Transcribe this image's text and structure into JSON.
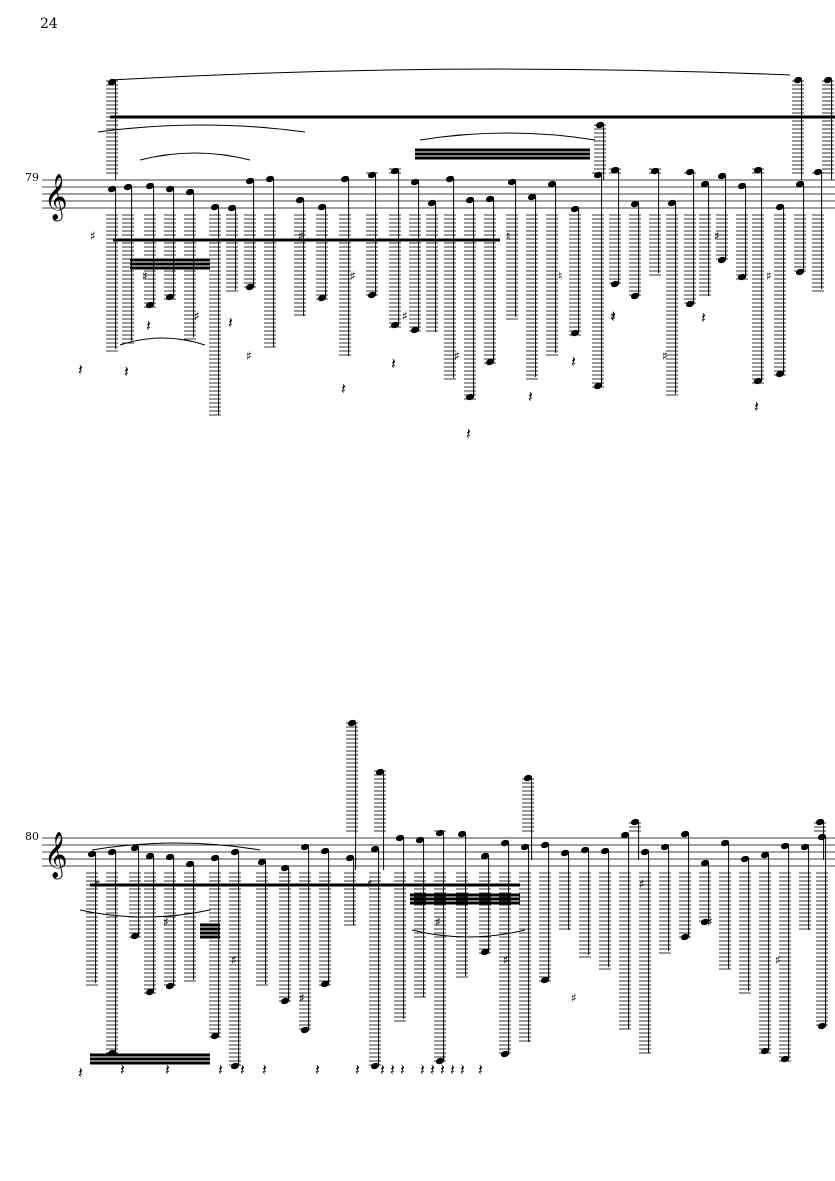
{
  "page": {
    "number": "24"
  },
  "systems": [
    {
      "measure_number": "79",
      "clef": "treble",
      "accidentals": [
        "#",
        "#",
        "#",
        "#",
        "#",
        "#",
        "#",
        "#",
        "♮",
        "♮",
        "#",
        "#",
        "#",
        "#"
      ]
    },
    {
      "measure_number": "80",
      "clef": "treble",
      "accidentals": [
        "#",
        "#",
        "#",
        "#",
        "#",
        "#",
        "#",
        "#",
        "#",
        "#",
        "#"
      ]
    }
  ],
  "colors": {
    "ink": "#000000",
    "paper": "#ffffff"
  }
}
